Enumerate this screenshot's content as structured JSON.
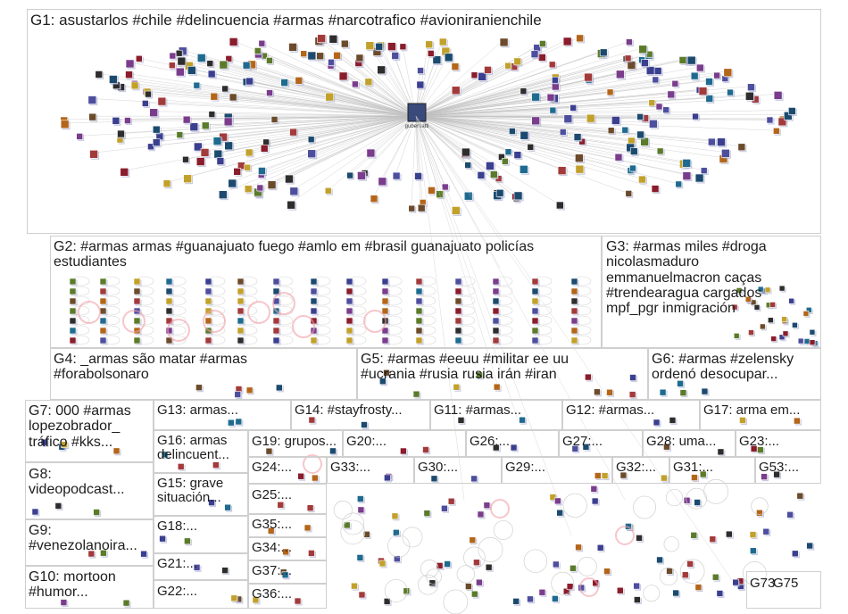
{
  "graph": {
    "hub_label": "gubernatti",
    "accent_color": "#f0a0a8",
    "edge_color": "#bfbfbf",
    "groups": [
      {
        "id": "G1",
        "label": "G1: asustarlos #chile #delincuencia #armas #narcotrafico #avioniranienchile"
      },
      {
        "id": "G2",
        "label": "G2: #armas armas #guanajuato fuego #amlo em #brasil guanajuato policías\nestudiantes"
      },
      {
        "id": "G3",
        "label": "G3: #armas miles #droga\nnicolasmaduro\nemmanuelmacron caças\n#trendearagua cargados\nmpf_pgr inmigración"
      },
      {
        "id": "G4",
        "label": "G4: _armas são matar #armas\n#forabolsonaro"
      },
      {
        "id": "G5",
        "label": "G5: #armas #eeuu #militar ee uu\n#ucrania #rusia rusia irán #iran"
      },
      {
        "id": "G6",
        "label": "G6: #armas #zelensky\nordenó desocupar..."
      },
      {
        "id": "G7",
        "label": "G7: 000 #armas\nlopezobrador_\ntráfico #kks..."
      },
      {
        "id": "G13",
        "label": "G13: armas..."
      },
      {
        "id": "G14",
        "label": "G14: #stayfrosty..."
      },
      {
        "id": "G11",
        "label": "G11: #armas..."
      },
      {
        "id": "G12",
        "label": "G12: #armas..."
      },
      {
        "id": "G17",
        "label": "G17: arma em..."
      },
      {
        "id": "G16",
        "label": "G16: armas\ndelincuent..."
      },
      {
        "id": "G19",
        "label": "G19: grupos..."
      },
      {
        "id": "G20",
        "label": "G20:..."
      },
      {
        "id": "G26",
        "label": "G26:..."
      },
      {
        "id": "G27",
        "label": "G27:..."
      },
      {
        "id": "G28",
        "label": "G28: uma..."
      },
      {
        "id": "G23",
        "label": "G23:..."
      },
      {
        "id": "G8",
        "label": "G8:\nvideopodcast..."
      },
      {
        "id": "G15",
        "label": "G15: grave\nsituación..."
      },
      {
        "id": "G24",
        "label": "G24:..."
      },
      {
        "id": "G33",
        "label": "G33:..."
      },
      {
        "id": "G30",
        "label": "G30:..."
      },
      {
        "id": "G29",
        "label": "G29:..."
      },
      {
        "id": "G32",
        "label": "G32:..."
      },
      {
        "id": "G31",
        "label": "G31:..."
      },
      {
        "id": "G53",
        "label": "G53:..."
      },
      {
        "id": "G25",
        "label": "G25:..."
      },
      {
        "id": "G9",
        "label": "G9:\n#venezolanoira..."
      },
      {
        "id": "G18",
        "label": "G18:..."
      },
      {
        "id": "G35",
        "label": "G35:..."
      },
      {
        "id": "G34",
        "label": "G34:..."
      },
      {
        "id": "G21",
        "label": "G21:..."
      },
      {
        "id": "G37",
        "label": "G37:..."
      },
      {
        "id": "G10",
        "label": "G10: mortoon\n#humor..."
      },
      {
        "id": "G22",
        "label": "G22:..."
      },
      {
        "id": "G36",
        "label": "G36:..."
      },
      {
        "id": "G73",
        "label": "G73"
      },
      {
        "id": "G75",
        "label": "G75"
      }
    ]
  }
}
